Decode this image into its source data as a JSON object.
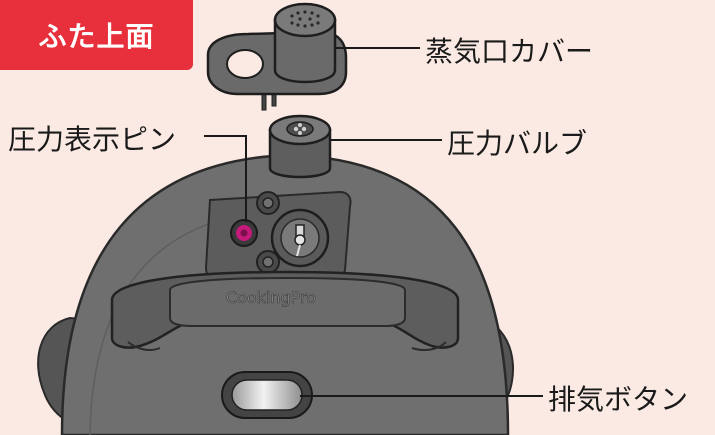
{
  "badge": {
    "title": "ふた上面"
  },
  "labels": {
    "steam_cover": "蒸気口カバー",
    "pressure_valve": "圧力バルブ",
    "pressure_pin": "圧力表示ピン",
    "exhaust_button": "排気ボタン"
  },
  "lid": {
    "brand": "CookingPro"
  },
  "colors": {
    "background": "#fbeae3",
    "badge": "#e8303c",
    "pin": "#c41b7a",
    "lid": "#6f6f6f"
  }
}
